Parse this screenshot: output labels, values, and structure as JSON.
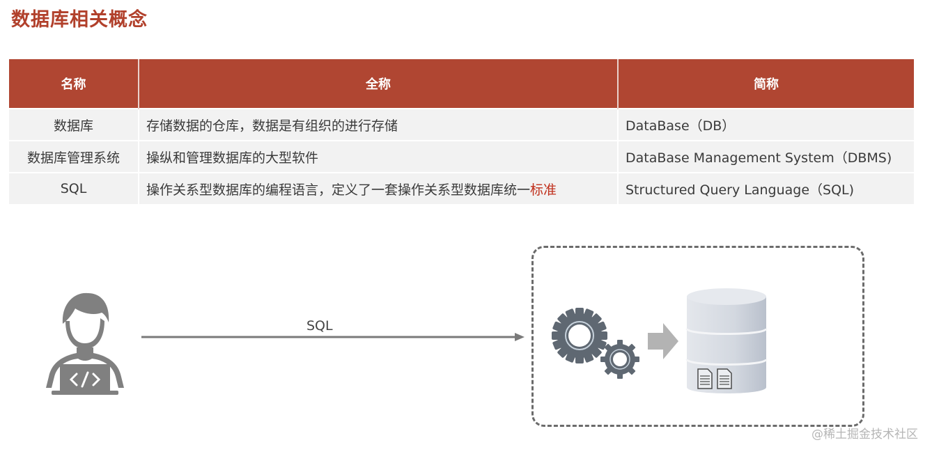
{
  "page": {
    "title": "数据库相关概念"
  },
  "table": {
    "headers": [
      "名称",
      "全称",
      "简称"
    ],
    "rows": [
      {
        "name": "数据库",
        "full": "存储数据的仓库，数据是有组织的进行存储",
        "full_highlight": "",
        "abbr": "DataBase（DB）"
      },
      {
        "name": "数据库管理系统",
        "full": "操纵和管理数据库的大型软件",
        "full_highlight": "",
        "abbr": "DataBase Management System（DBMS)"
      },
      {
        "name": "SQL",
        "full": "操作关系型数据库的编程语言，定义了一套操作关系型数据库统一",
        "full_highlight": "标准",
        "abbr": "Structured Query Language（SQL)"
      }
    ]
  },
  "diagram": {
    "arrow_label": "SQL",
    "icons": [
      "developer-laptop-icon",
      "gears-icon",
      "right-arrow-icon",
      "database-icon",
      "document-icon"
    ]
  },
  "watermark": "@稀土掘金技术社区",
  "colors": {
    "accent": "#b04632",
    "title": "#b1402b",
    "highlight": "#c0301c",
    "row_bg": "#f2f2f2",
    "icon_gray": "#808080",
    "gear": "#5f6872"
  }
}
